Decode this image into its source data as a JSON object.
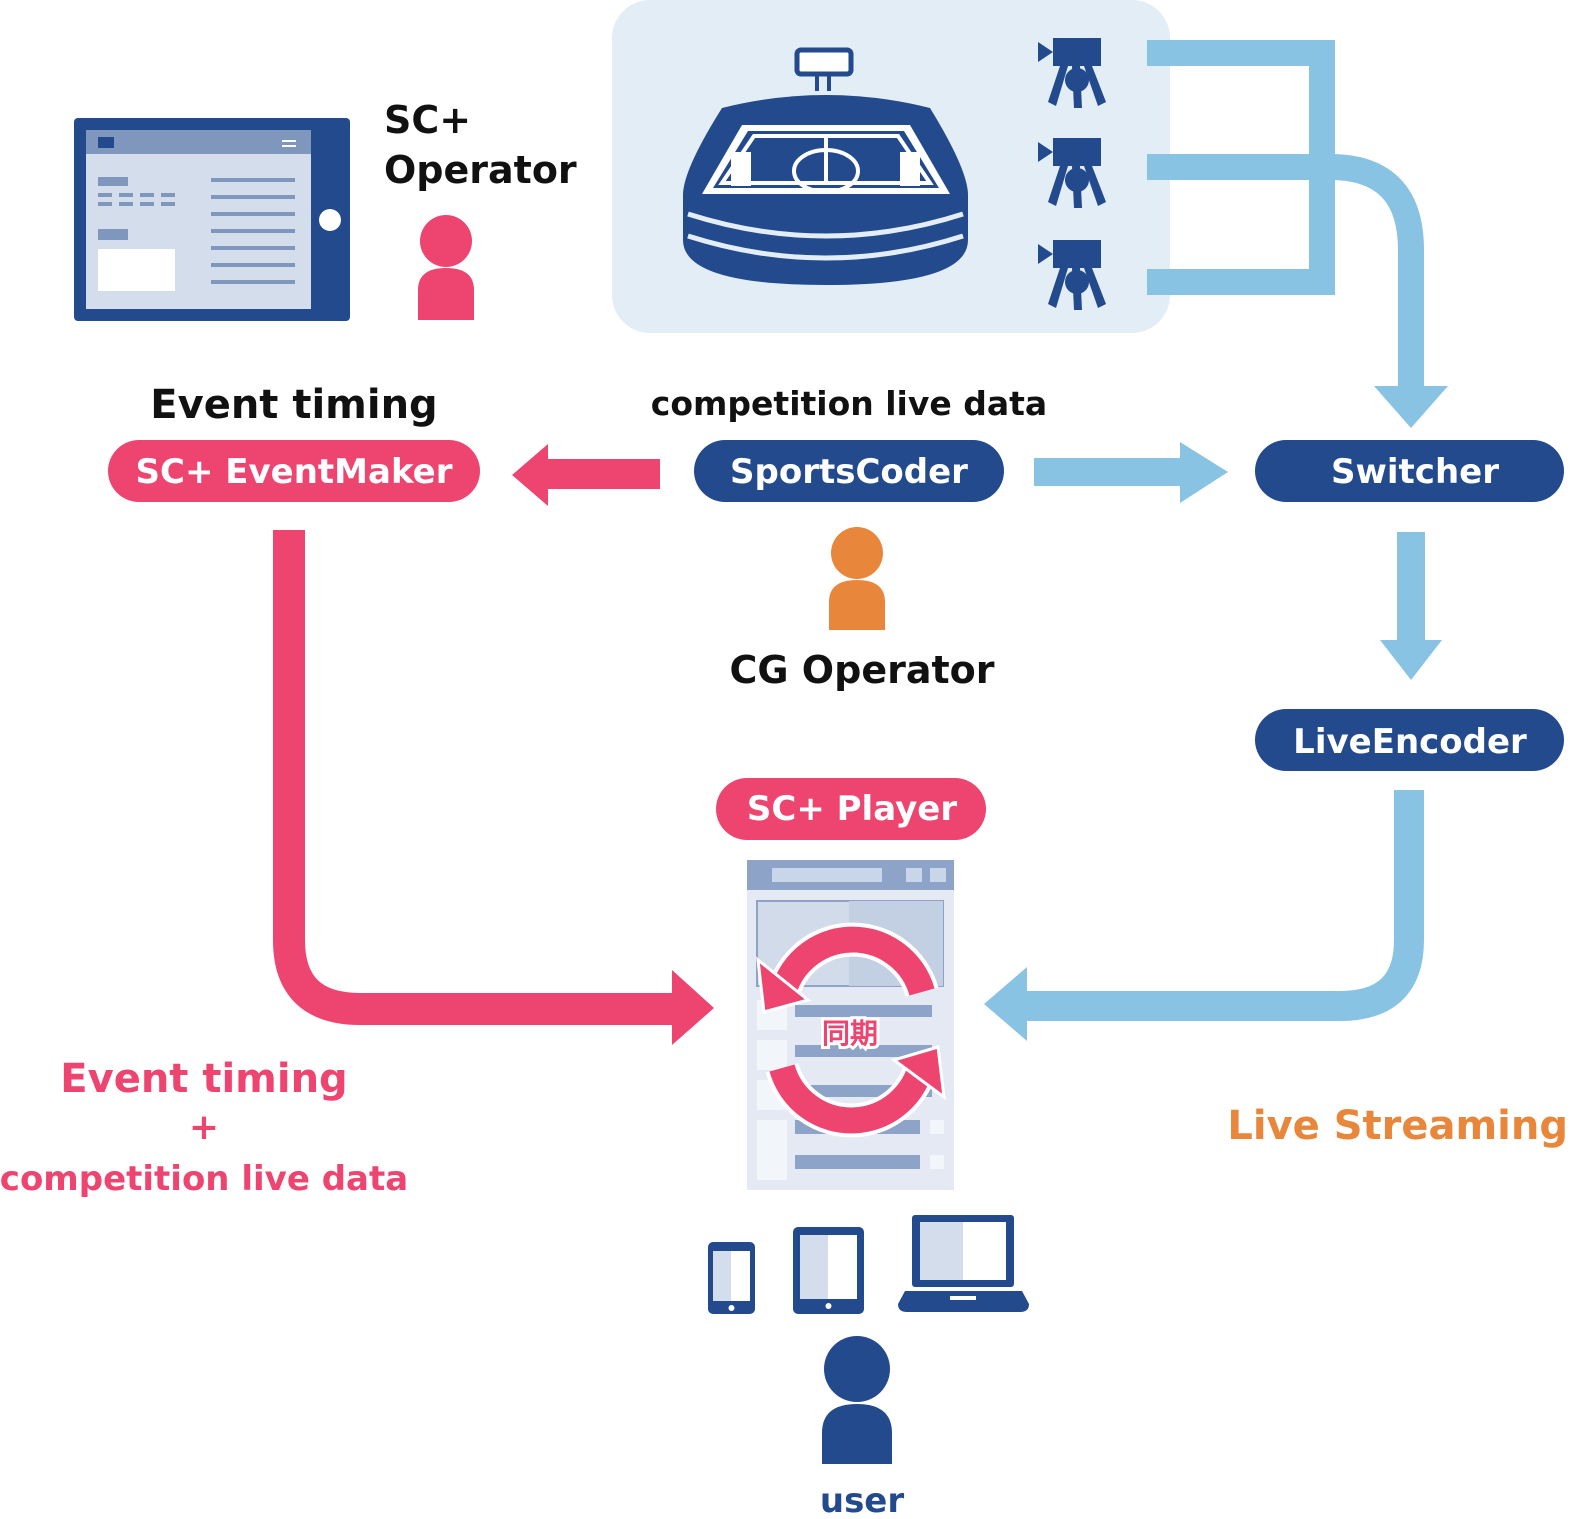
{
  "labels": {
    "sc_operator_line1": "SC+",
    "sc_operator_line2": "Operator",
    "event_timing_top": "Event timing",
    "competition_live_data_top": "competition live data",
    "cg_operator": "CG Operator",
    "event_timing_bottom": "Event timing",
    "plus": "+",
    "competition_live_data_bottom": "competition live data",
    "live_streaming": "Live Streaming",
    "user": "user",
    "sync": "同期"
  },
  "nodes": {
    "event_maker": "SC+ EventMaker",
    "sports_coder": "SportsCoder",
    "switcher": "Switcher",
    "live_encoder": "LiveEncoder",
    "player": "SC+ Player"
  },
  "icons": {
    "sc_operator": "person-icon",
    "cg_operator": "person-icon",
    "user": "person-icon",
    "tablet_app": "tablet-app-icon",
    "stadium": "stadium-icon",
    "camera": "video-camera-icon",
    "player_screen": "player-screen-icon",
    "sync": "sync-arrows-icon",
    "smartphone": "smartphone-icon",
    "tablet": "tablet-icon",
    "laptop": "laptop-icon"
  },
  "colors": {
    "navy": "#234a8c",
    "pink": "#ee4470",
    "light_blue": "#88c3e3",
    "orange": "#e8873b",
    "stadium_bg": "#e2edf6"
  }
}
